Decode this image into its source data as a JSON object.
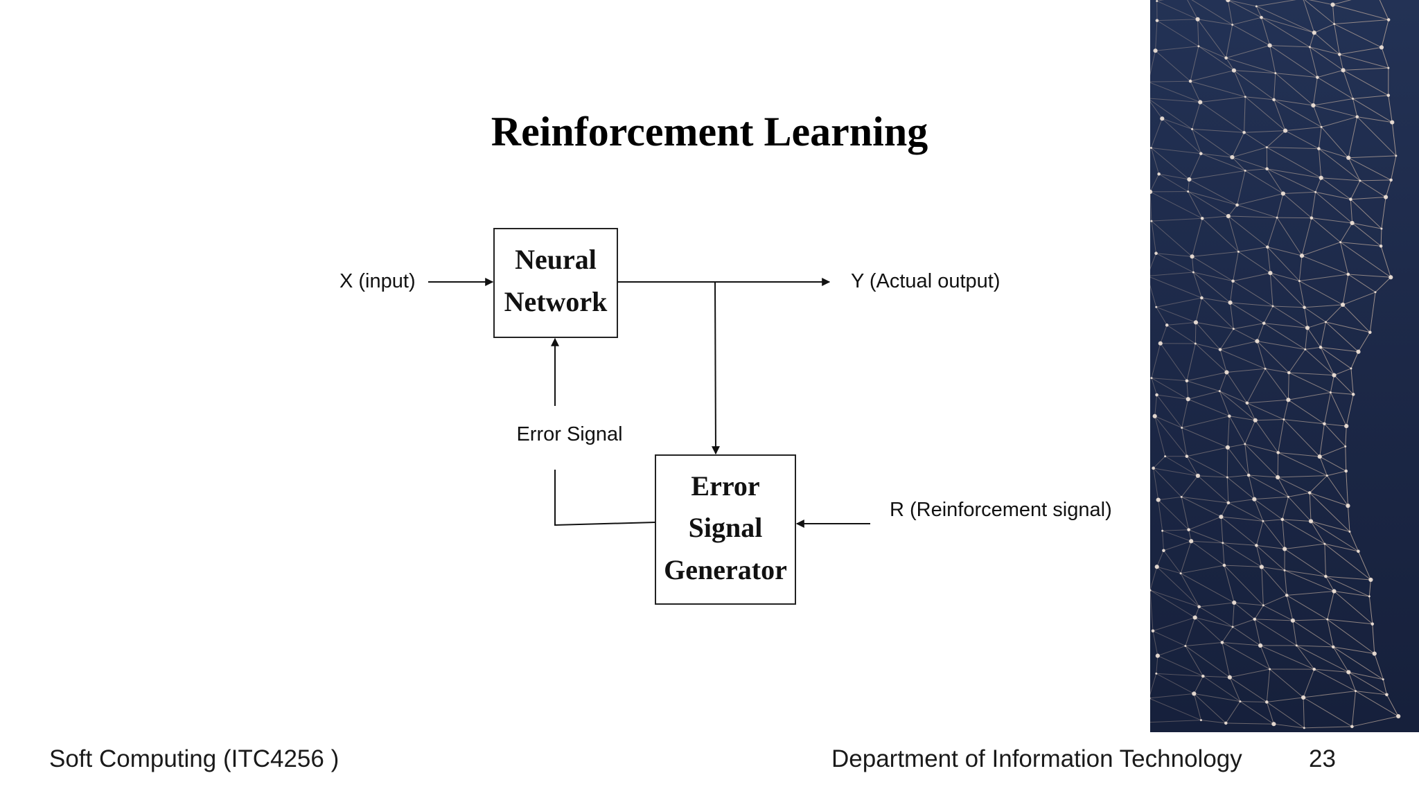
{
  "slide": {
    "title": "Reinforcement Learning"
  },
  "diagram": {
    "nodes": {
      "neural_network": {
        "line1": "Neural",
        "line2": "Network"
      },
      "error_signal_generator": {
        "line1": "Error",
        "line2": "Signal",
        "line3": "Generator"
      }
    },
    "signals": {
      "input": "X (input)",
      "output": "Y (Actual output)",
      "error": "Error Signal",
      "reinforcement": "R (Reinforcement signal)"
    }
  },
  "footer": {
    "course": "Soft Computing (ITC4256 )",
    "department": "Department of Information Technology",
    "page_number": "23"
  },
  "colors": {
    "panel_background": "#1f2c4d",
    "network_lines": "#c9b3a3",
    "network_nodes": "#f3e6da"
  },
  "icons": {
    "side_panel": "network-mesh-image"
  }
}
